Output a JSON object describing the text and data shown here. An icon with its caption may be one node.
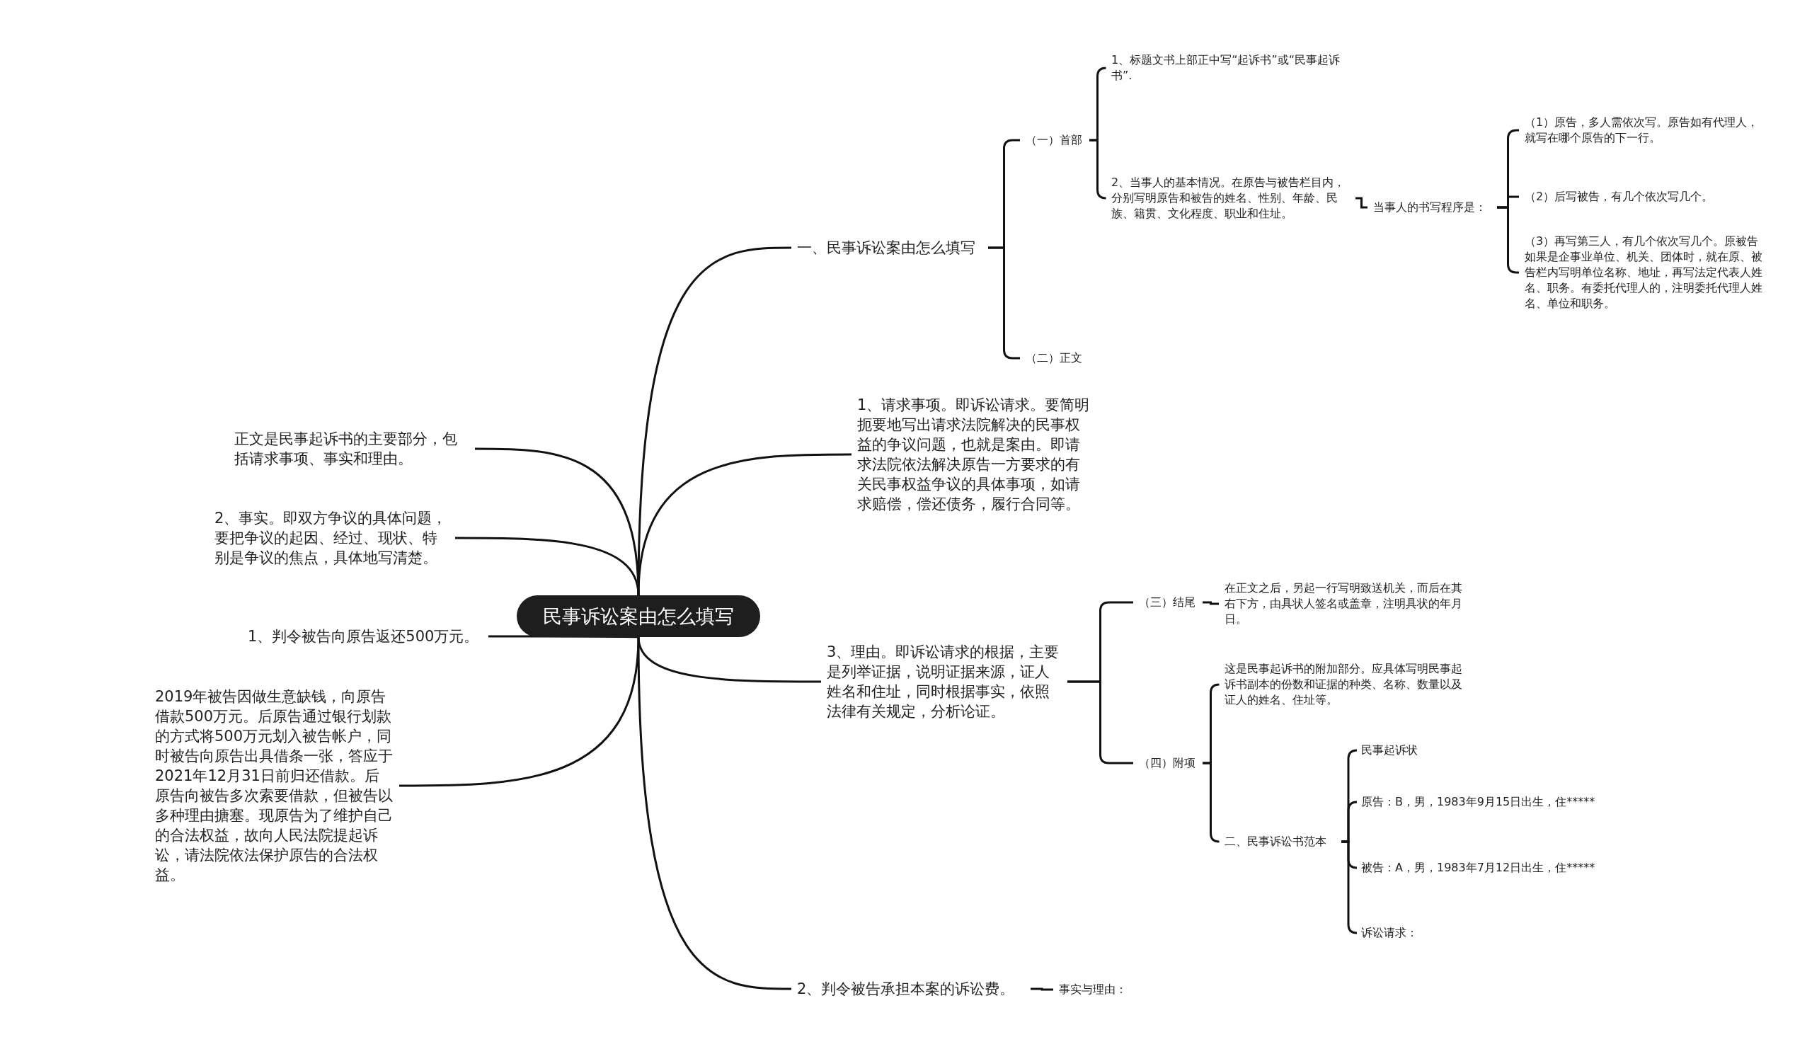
{
  "diagram": {
    "nodes": [
      {
        "text": [
          "民事诉讼案由怎么填写"
        ]
      },
      {
        "text": [
          "一、民事诉讼案由怎么填写"
        ]
      },
      {
        "text": [
          "（一）首部"
        ]
      },
      {
        "text": [
          "1、标题文书上部正中写“起诉书”或“民事起诉书”."
        ]
      },
      {
        "text": [
          "2、当事人的基本情况。在原告与被告栏目内，分别写明原告和被告的姓名、性别、年龄、民族、籍贯、文化程度、职业和住址。"
        ]
      },
      {
        "text": [
          "当事人的书写程序是："
        ]
      },
      {
        "text": [
          "（1）原告，多人需依次写。原告如有代理人，就写在哪个原告的下一行。"
        ]
      },
      {
        "text": [
          "（2）后写被告，有几个依次写几个。"
        ]
      },
      {
        "text": [
          "（3）再写第三人，有几个依次写几个。原被告如果是企事业单位、机关、团体时，就在原、被告栏内写明单位名称、地址，再写法定代表人姓名、职务。有委托代理人的，注明委托代理人姓名、单位和职务。"
        ]
      },
      {
        "text": [
          "（二）正文"
        ]
      },
      {
        "text": [
          "1、请求事项。即诉讼请求。要简明扼要地写出请求法院解决的民事权益的争议问题，也就是案由。即请求法院依法解决原告一方要求的有关民事权益争议的具体事项，如请求赔偿，偿还债务，履行合同等。"
        ]
      },
      {
        "text": [
          "3、理由。即诉讼请求的根据，主要是列举证据，说明证据来源，证人姓名和住址，同时根据事实，依照法律有关规定，分析论证。"
        ]
      },
      {
        "text": [
          "（三）结尾"
        ]
      },
      {
        "text": [
          "在正文之后，另起一行写明致送机关，而后在其右下方，由具状人签名或盖章，注明具状的年月日。"
        ]
      },
      {
        "text": [
          "（四）附项"
        ]
      },
      {
        "text": [
          "这是民事起诉书的附加部分。应具体写明民事起诉书副本的份数和证据的种类、名称、数量以及证人的姓名、住址等。"
        ]
      },
      {
        "text": [
          "二、民事诉讼书范本"
        ]
      },
      {
        "text": [
          "民事起诉状"
        ]
      },
      {
        "text": [
          "原告：B，男，1983年9月15日出生，住*****"
        ]
      },
      {
        "text": [
          "被告：A，男，1983年7月12日出生，住*****"
        ]
      },
      {
        "text": [
          "诉讼请求："
        ]
      },
      {
        "text": [
          "2、判令被告承担本案的诉讼费。"
        ]
      },
      {
        "text": [
          "事实与理由："
        ]
      },
      {
        "text": [
          "正文是民事起诉书的主要部分，包括请求事项、事实和理由。"
        ]
      },
      {
        "text": [
          "2、事实。即双方争议的具体问题，要把争议的起因、经过、现状、特别是争议的焦点，具体地写清楚。"
        ]
      },
      {
        "text": [
          "1、判令被告向原告返还500万元。"
        ]
      },
      {
        "text": [
          "2019年被告因做生意缺钱，向原告借款500万元。后原告通过银行划款的方式将500万元划入被告帐户，同时被告向原告出具借条一张，答应于2021年12月31日前归还借款。后原告向被告多次索要借款，但被告以多种理由搪塞。现原告为了维护自己的合法权益，故向人民法院提起诉讼，请法院依法保护原告的合法权益。"
        ]
      }
    ],
    "edges": [
      {
        "from": 0,
        "to": 1,
        "arrow": "none"
      },
      {
        "from": 1,
        "to": 2,
        "arrow": "none"
      },
      {
        "from": 1,
        "to": 9,
        "arrow": "none"
      },
      {
        "from": 2,
        "to": 3,
        "arrow": "none"
      },
      {
        "from": 2,
        "to": 4,
        "arrow": "none"
      },
      {
        "from": 4,
        "to": 5,
        "arrow": "none"
      },
      {
        "from": 5,
        "to": 6,
        "arrow": "none"
      },
      {
        "from": 5,
        "to": 7,
        "arrow": "none"
      },
      {
        "from": 5,
        "to": 8,
        "arrow": "none"
      },
      {
        "from": 0,
        "to": 10,
        "arrow": "none"
      },
      {
        "from": 0,
        "to": 11,
        "arrow": "none"
      },
      {
        "from": 11,
        "to": 12,
        "arrow": "none"
      },
      {
        "from": 11,
        "to": 14,
        "arrow": "none"
      },
      {
        "from": 12,
        "to": 13,
        "arrow": "none"
      },
      {
        "from": 14,
        "to": 15,
        "arrow": "none"
      },
      {
        "from": 14,
        "to": 16,
        "arrow": "none"
      },
      {
        "from": 16,
        "to": 17,
        "arrow": "none"
      },
      {
        "from": 16,
        "to": 18,
        "arrow": "none"
      },
      {
        "from": 16,
        "to": 19,
        "arrow": "none"
      },
      {
        "from": 16,
        "to": 20,
        "arrow": "none"
      },
      {
        "from": 0,
        "to": 21,
        "arrow": "none"
      },
      {
        "from": 21,
        "to": 22,
        "arrow": "none"
      },
      {
        "from": 0,
        "to": 23,
        "arrow": "none"
      },
      {
        "from": 0,
        "to": 24,
        "arrow": "none"
      },
      {
        "from": 0,
        "to": 25,
        "arrow": "none"
      },
      {
        "from": 0,
        "to": 26,
        "arrow": "none"
      }
    ]
  }
}
